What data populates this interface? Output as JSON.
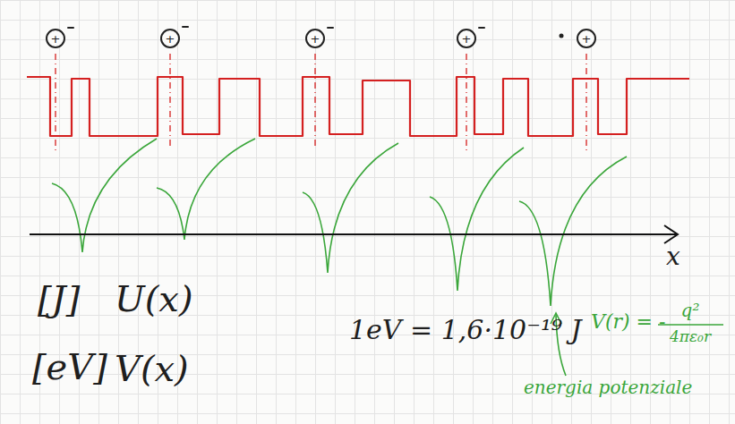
{
  "diagram": {
    "nodes": [
      {
        "text": [
          "+"
        ]
      },
      {
        "text": [
          "+"
        ]
      },
      {
        "text": [
          "+"
        ]
      },
      {
        "text": [
          "+"
        ]
      },
      {
        "text": [
          "+"
        ]
      }
    ],
    "labels": [
      "[J]",
      "U(x)",
      "[eV]",
      "V(x)",
      "1eV = 1,6·10⁻¹⁹ J",
      "x",
      "V(r) = -",
      "q²",
      "4πε₀r",
      "energia potenziale"
    ]
  }
}
